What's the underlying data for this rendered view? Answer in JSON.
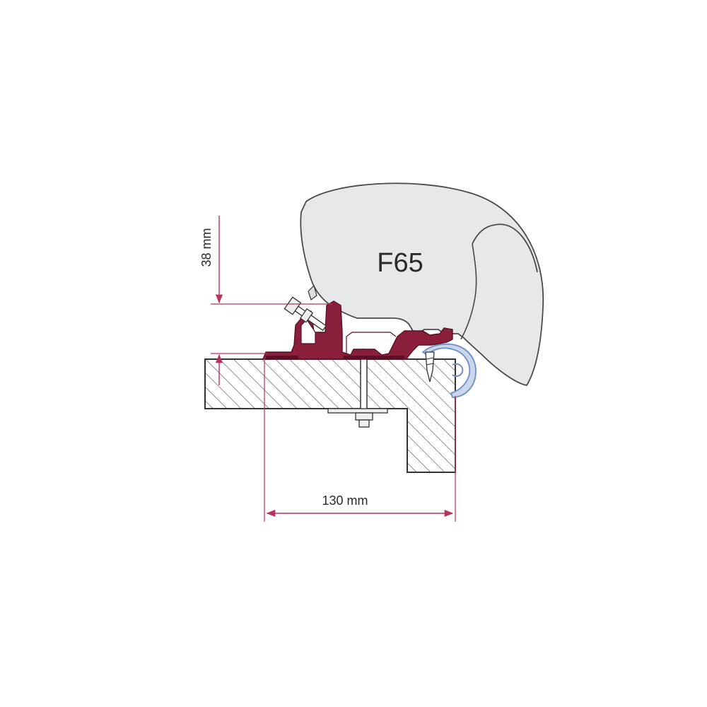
{
  "diagram": {
    "awning_label": "F65",
    "height_dimension": "38 mm",
    "width_dimension": "130 mm",
    "colors": {
      "background": "#ffffff",
      "awning_fill": "#e7e8ea",
      "awning_stroke": "#4a4a4a",
      "bracket_fill": "#8a1f3c",
      "bracket_stroke": "#5a1026",
      "dimension_line": "#b8335c",
      "wall_stroke": "#333333",
      "hatch": "#555555",
      "rail_blue": "#6d8fc4"
    }
  }
}
